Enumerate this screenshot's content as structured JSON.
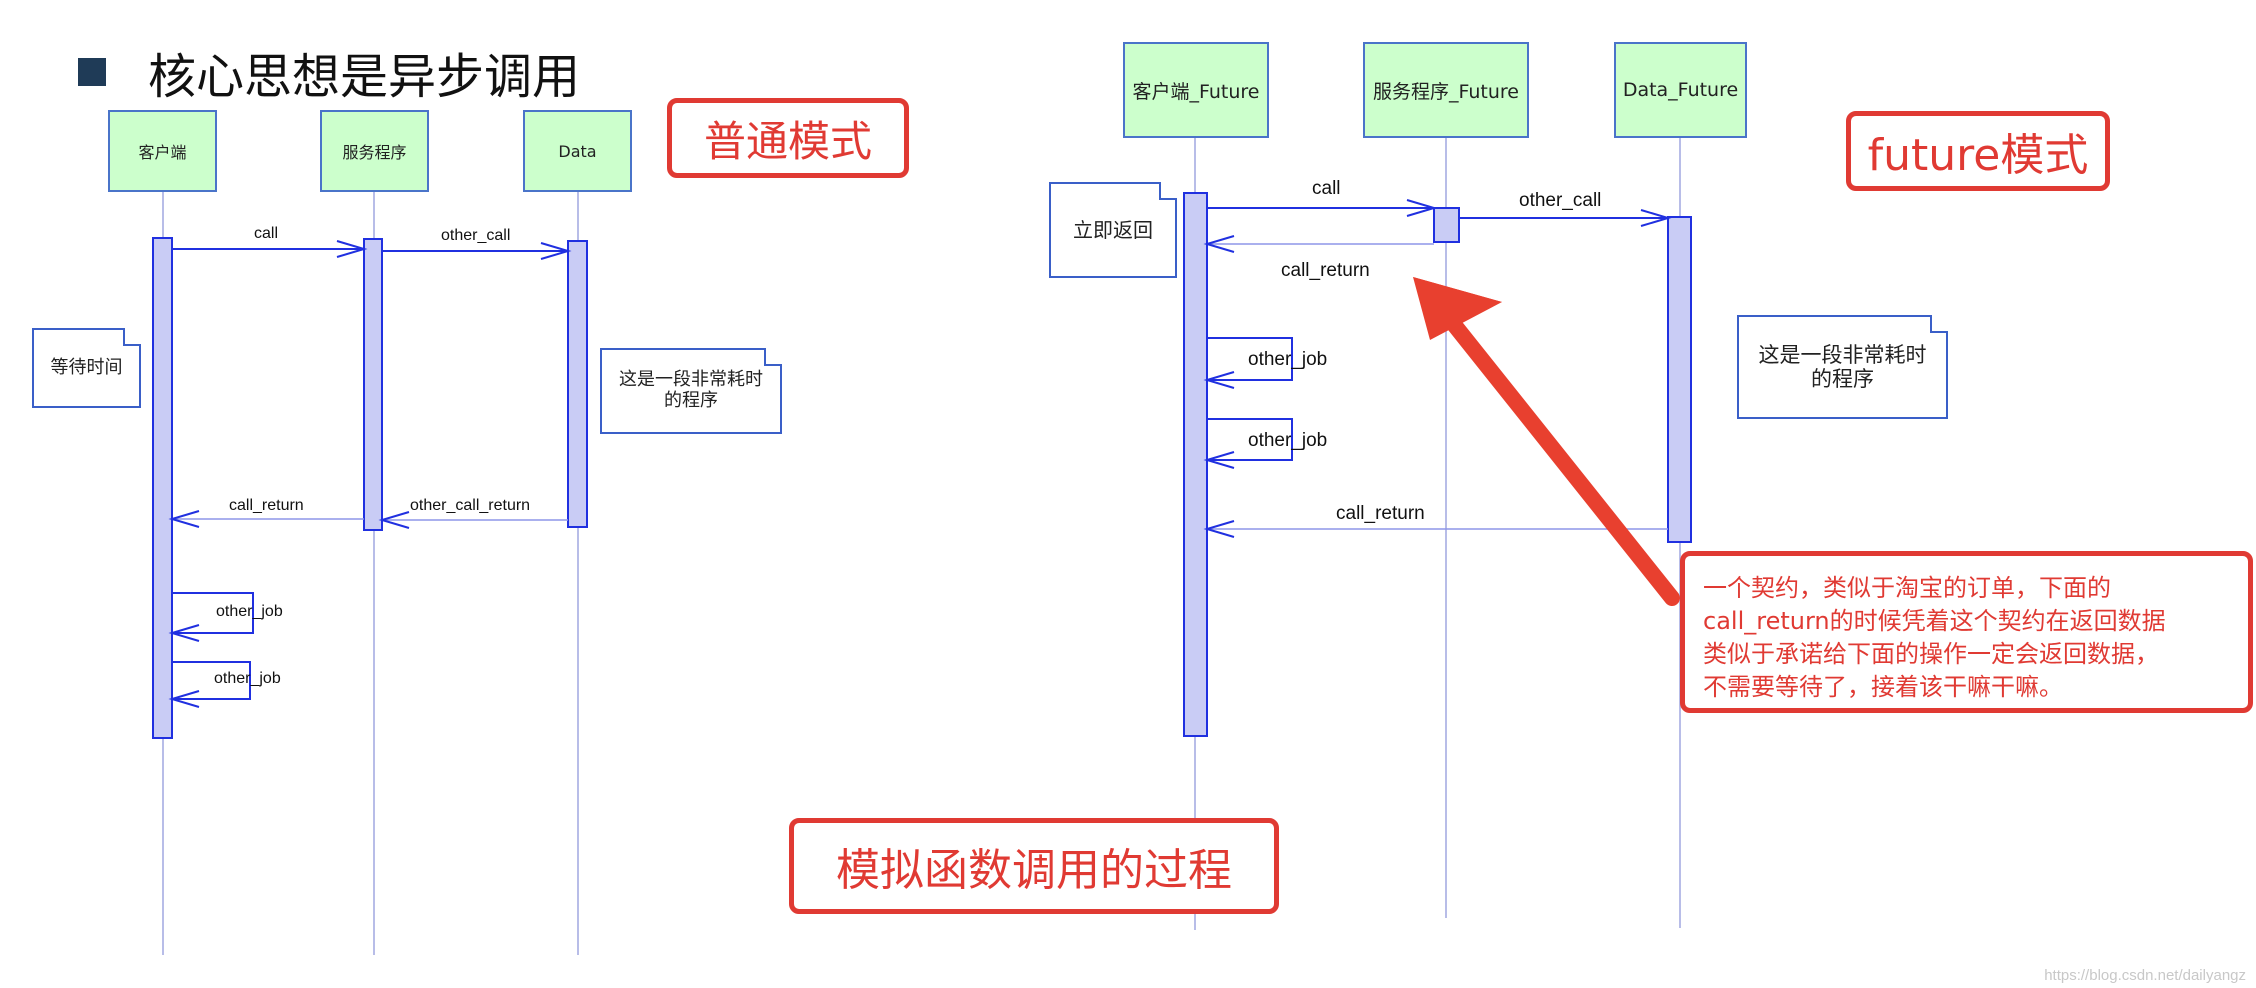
{
  "slide": {
    "title": "核心思想是异步调用",
    "watermark": "https://blog.csdn.net/dailyangz"
  },
  "normal_mode": {
    "heading": "普通模式",
    "actors": [
      "客户端",
      "服务程序",
      "Data"
    ],
    "note_wait": "等待时间",
    "note_long": [
      "这是一段非常耗时",
      "的程序"
    ],
    "messages": {
      "call": "call",
      "other_call": "other_call",
      "call_return": "call_return",
      "other_call_return": "other_call_return",
      "other_job_1": "other_job",
      "other_job_2": "other_job"
    }
  },
  "future_mode": {
    "heading": "future模式",
    "actors": [
      "客户端_Future",
      "服务程序_Future",
      "Data_Future"
    ],
    "note_return": "立即返回",
    "note_long": [
      "这是一段非常耗时",
      "的程序"
    ],
    "messages": {
      "call": "call",
      "other_call": "other_call",
      "call_return_1": "call_return",
      "other_job_1": "other_job",
      "other_job_2": "other_job",
      "call_return_2": "call_return"
    },
    "explanation": [
      "一个契约，类似于淘宝的订单，下面的",
      "call_return的时候凭着这个契约在返回数据",
      "类似于承诺给下面的操作一定会返回数据，",
      "不需要等待了，接着该干嘛干嘛。"
    ]
  },
  "bottom_caption": "模拟函数调用的过程",
  "colors": {
    "accent_red": "#e03a33",
    "line_blue": "#2030e0",
    "lifeline": "#b8bde8",
    "activation_fill": "#c9ccf5",
    "actor_fill": "#ccffcc",
    "bullet": "#1f3b57"
  }
}
